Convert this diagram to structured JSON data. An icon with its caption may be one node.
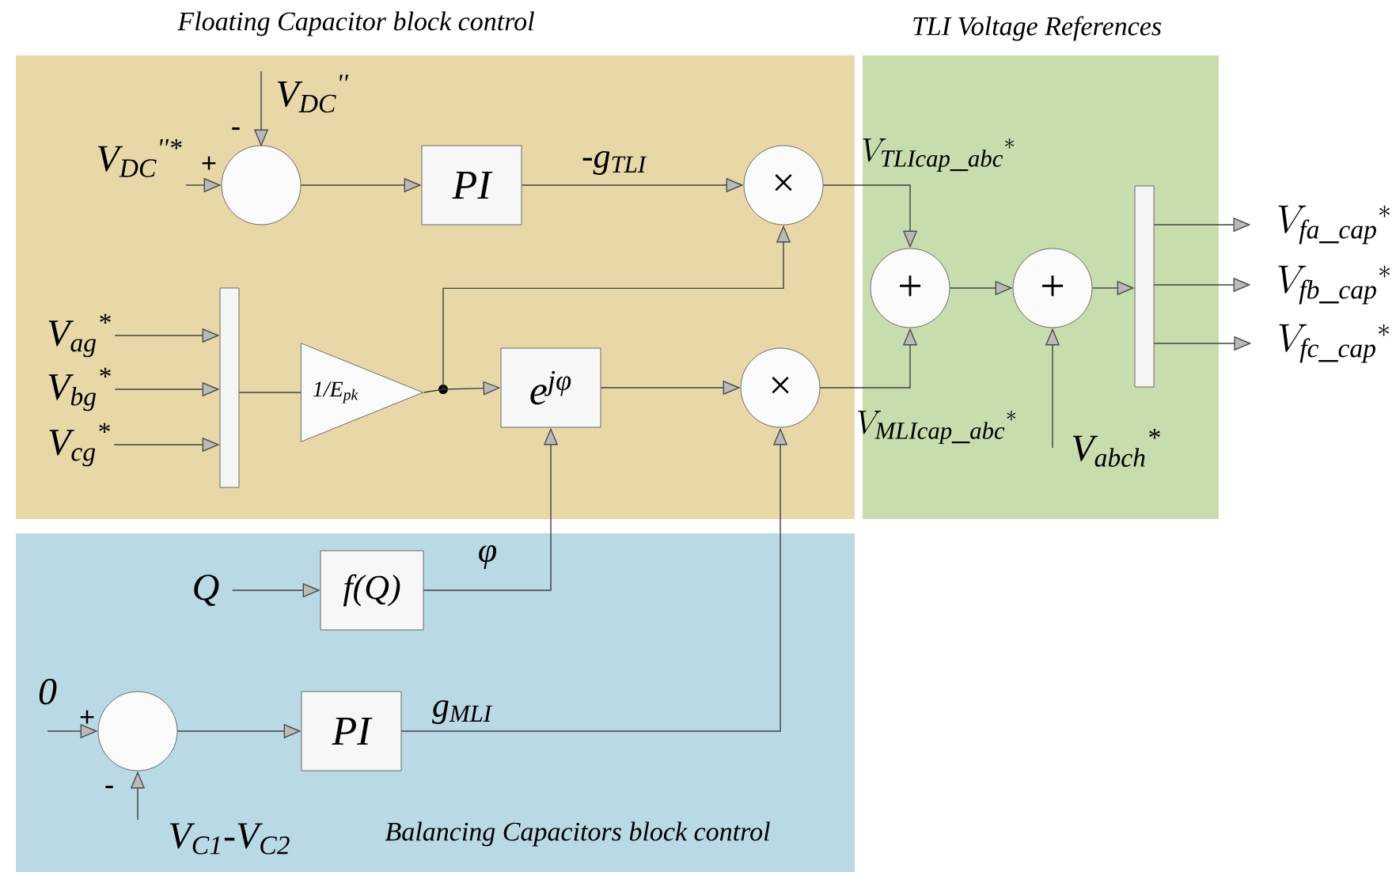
{
  "diagram": {
    "nodes": [
      {
        "text": [
          "Floating Capacitor block control"
        ]
      },
      {
        "text": [
          "TLI Voltage References"
        ]
      },
      {
        "text": [
          "Balancing Capacitors block control"
        ]
      },
      {
        "text": [
          "V$_{DC}$$^{''*}$"
        ],
        "in": 0
      },
      {
        "text": [
          "V$_{DC}$$^{''}$"
        ],
        "in": 0
      },
      {
        "text": [],
        "shape": "circle",
        "beside": [
          "+",
          "-"
        ],
        "in": 0
      },
      {
        "text": [
          "PI"
        ],
        "in": 0
      },
      {
        "text": [
          "×"
        ],
        "in": 0
      },
      {
        "text": [
          "V$_{ag}$$^{*}$"
        ],
        "in": 0
      },
      {
        "text": [
          "V$_{bg}$$^{*}$"
        ],
        "in": 0
      },
      {
        "text": [
          "V$_{cg}$$^{*}$"
        ],
        "in": 0
      },
      {
        "text": [],
        "shape": "bar",
        "in": 0
      },
      {
        "text": [
          "1/E$_{pk}$"
        ],
        "in": 0
      },
      {
        "text": [],
        "shape": "circle",
        "in": 0
      },
      {
        "text": [
          "e$^{jφ}$"
        ],
        "in": 0
      },
      {
        "text": [
          "×"
        ],
        "in": 0
      },
      {
        "text": [
          "+"
        ],
        "in": 1
      },
      {
        "text": [
          "+"
        ],
        "in": 1
      },
      {
        "text": [],
        "shape": "bar",
        "in": 1
      },
      {
        "text": [
          "V_{\\mathit{fa\\_cap}}{}^{*}"
        ]
      },
      {
        "text": [
          "V_{\\mathit{fb\\_cap}}{}^{*}"
        ]
      },
      {
        "text": [
          "V_{\\mathit{fc\\_cap}}{}^{*}"
        ]
      },
      {
        "text": [
          "V$_{abch}$$^{*}$"
        ],
        "in": 1
      },
      {
        "text": [
          "Q"
        ],
        "in": 2
      },
      {
        "text": [
          "f(Q)"
        ],
        "in": 2
      },
      {
        "text": [
          "0"
        ],
        "in": 2
      },
      {
        "text": [],
        "shape": "circle",
        "beside": [
          "+",
          "-"
        ],
        "in": 2
      },
      {
        "text": [
          "V$_{C1}$-V$_{C2}$"
        ],
        "in": 2
      },
      {
        "text": [
          "PI"
        ],
        "in": 2
      }
    ],
    "edges": [
      {
        "from": 3,
        "to": 5,
        "arrow": "to"
      },
      {
        "from": 4,
        "to": 5,
        "arrow": "to"
      },
      {
        "from": 5,
        "to": 6,
        "arrow": "to"
      },
      {
        "from": 6,
        "to": 7,
        "arrow": "to",
        "label": "-g$_{TLI}$"
      },
      {
        "from": 8,
        "to": 11,
        "arrow": "to"
      },
      {
        "from": 9,
        "to": 11,
        "arrow": "to"
      },
      {
        "from": 10,
        "to": 11,
        "arrow": "to"
      },
      {
        "from": 11,
        "to": 12,
        "arrow": "none"
      },
      {
        "from": 12,
        "to": 13,
        "arrow": "none"
      },
      {
        "from": 13,
        "to": 14,
        "arrow": "to"
      },
      {
        "from": 13,
        "to": 7,
        "arrow": "to"
      },
      {
        "from": 14,
        "to": 15,
        "arrow": "to"
      },
      {
        "from": 7,
        "to": 16,
        "arrow": "to",
        "label": "V_{\\mathit{TLIcap\\_abc}}{}^{*}"
      },
      {
        "from": 15,
        "to": 16,
        "arrow": "to",
        "label": "V_{\\mathit{MLIcap\\_abc}}{}^{*}"
      },
      {
        "from": 16,
        "to": 17,
        "arrow": "to"
      },
      {
        "from": 22,
        "to": 17,
        "arrow": "to"
      },
      {
        "from": 17,
        "to": 18,
        "arrow": "to"
      },
      {
        "from": 18,
        "to": 19,
        "arrow": "to"
      },
      {
        "from": 18,
        "to": 20,
        "arrow": "to"
      },
      {
        "from": 18,
        "to": 21,
        "arrow": "to"
      },
      {
        "from": 23,
        "to": 24,
        "arrow": "to"
      },
      {
        "from": 24,
        "to": 14,
        "arrow": "to",
        "label": "φ"
      },
      {
        "from": 25,
        "to": 26,
        "arrow": "to"
      },
      {
        "from": 27,
        "to": 26,
        "arrow": "to"
      },
      {
        "from": 26,
        "to": 28,
        "arrow": "to"
      },
      {
        "from": 28,
        "to": 15,
        "arrow": "to",
        "label": "g$_{MLI}$"
      }
    ]
  }
}
